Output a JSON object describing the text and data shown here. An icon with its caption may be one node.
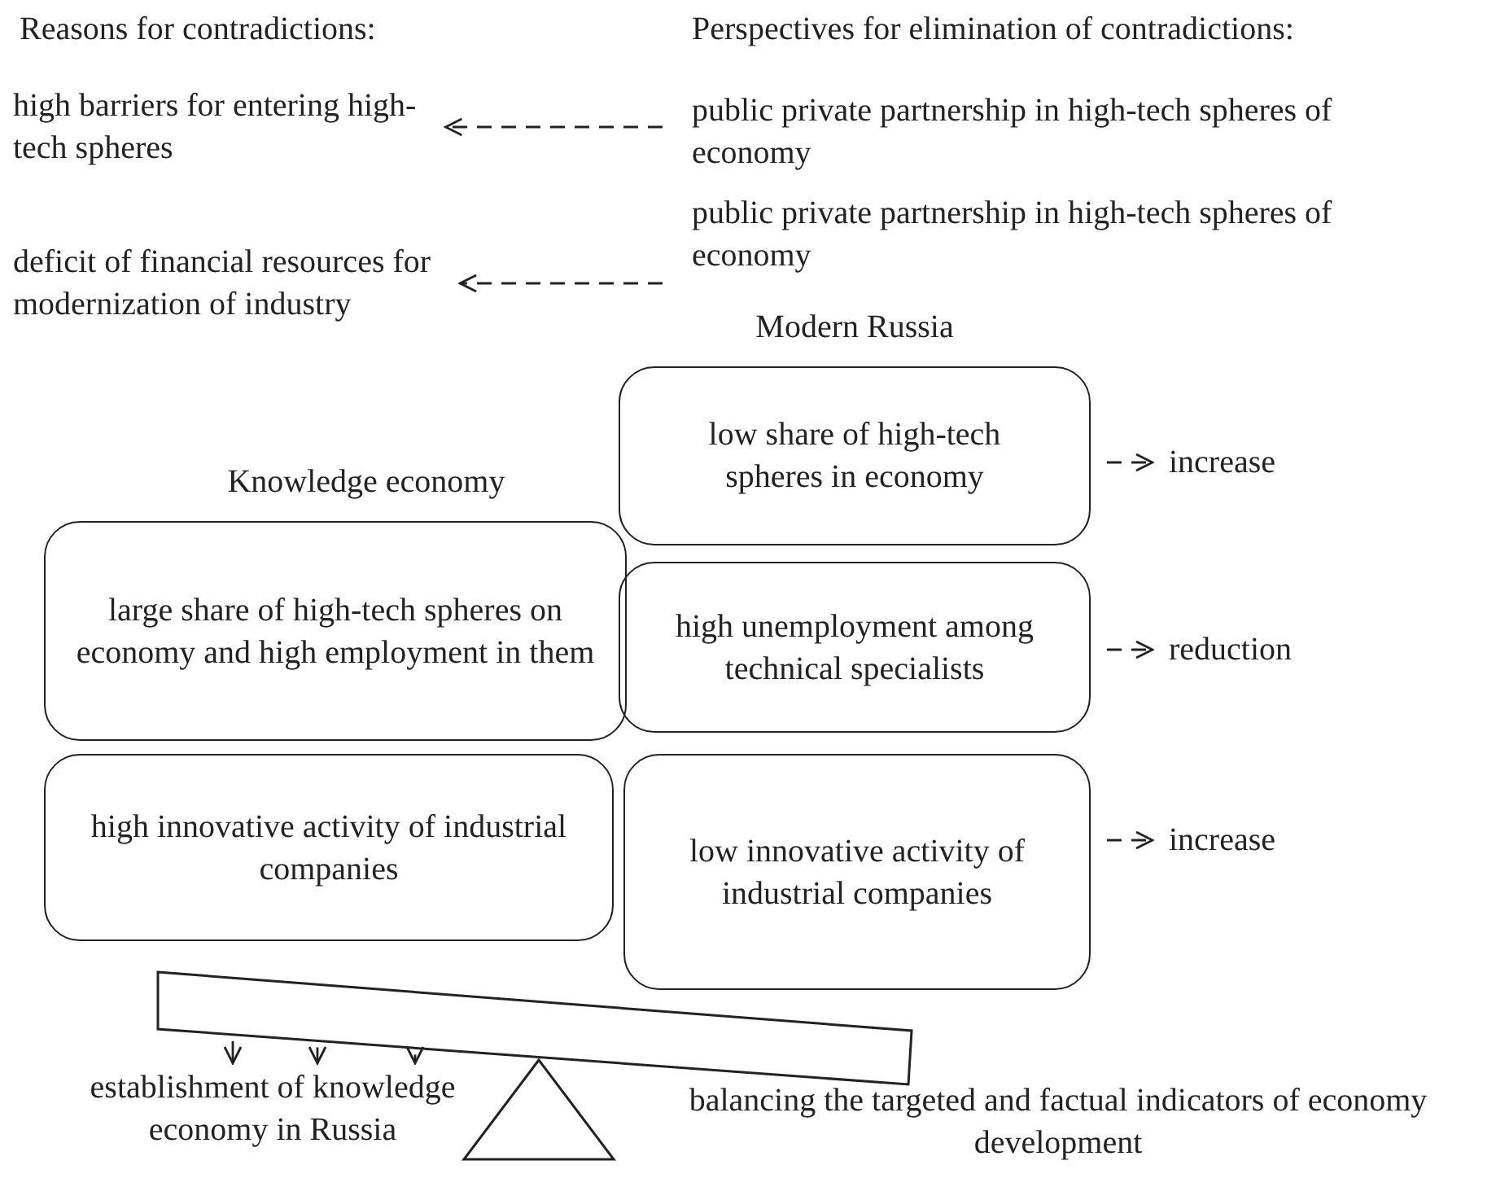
{
  "diagram": {
    "nodes": [
      {
        "text": [
          "high barriers for entering high-tech spheres"
        ]
      },
      {
        "text": [
          "public private partnership in high-tech spheres of economy"
        ]
      },
      {
        "text": [
          "deficit of financial resources for modernization of industry"
        ]
      },
      {
        "text": [
          "public private partnership in high-tech spheres of economy"
        ]
      },
      {
        "text": [
          "large share of high-tech spheres on economy and high employment in them"
        ]
      },
      {
        "text": [
          "high innovative activity of industrial companies"
        ]
      },
      {
        "text": [
          "low share of high-tech spheres in economy"
        ]
      },
      {
        "text": [
          "high unemployment among technical specialists"
        ]
      },
      {
        "text": [
          "low innovative activity of industrial companies"
        ]
      },
      {
        "text": [
          "increase"
        ]
      },
      {
        "text": [
          "reduction"
        ]
      },
      {
        "text": [
          "increase"
        ]
      },
      {
        "text": [],
        "shape": "bar"
      },
      {
        "text": [],
        "shape": "triangle"
      },
      {
        "text": [
          "establishment of knowledge economy in Russia"
        ]
      }
    ],
    "edges": [
      {
        "from": 1,
        "to": 0,
        "arrow": "to",
        "style": "dashed"
      },
      {
        "from": 3,
        "to": 2,
        "arrow": "to",
        "style": "dashed"
      },
      {
        "from": 6,
        "to": 9,
        "arrow": "to",
        "style": "dashed"
      },
      {
        "from": 7,
        "to": 10,
        "arrow": "to",
        "style": "dashed"
      },
      {
        "from": 8,
        "to": 11,
        "arrow": "to",
        "style": "dashed"
      },
      {
        "from": 12,
        "to": 14,
        "arrow": "to"
      },
      {
        "from": 12,
        "to": 14,
        "arrow": "to"
      },
      {
        "from": 12,
        "to": 14,
        "arrow": "to"
      }
    ],
    "labels": [
      "Reasons for contradictions:",
      "Perspectives for elimination of contradictions:",
      "Modern Russia",
      "Knowledge economy",
      "balancing the targeted and factual indicators of economy development"
    ]
  }
}
